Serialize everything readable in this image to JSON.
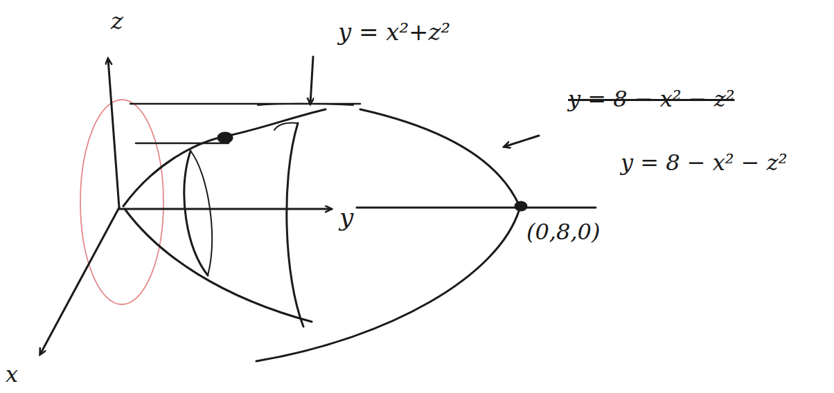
{
  "diagram": {
    "labels": [
      "z",
      "y = x²+z²",
      "y = 8 − x² − z²",
      "y = 8 − x² − z²",
      "y",
      "(0,8,0)",
      "x"
    ]
  }
}
